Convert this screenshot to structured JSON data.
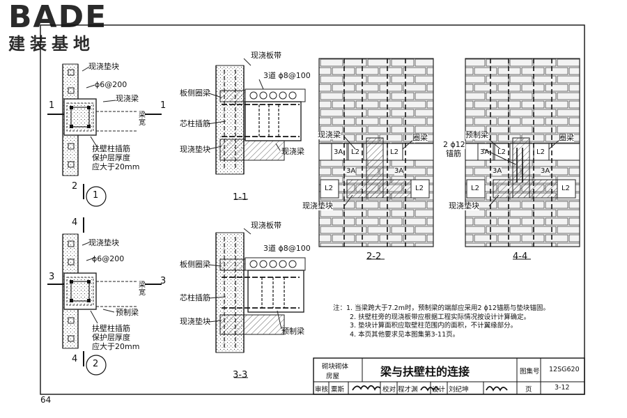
{
  "logo": {
    "letters": "BADE",
    "chinese": "建装基地"
  },
  "page_number": "64",
  "sections": {
    "s1": "1",
    "s2": "2",
    "s3": "3",
    "s4": "4",
    "detail1": "1",
    "detail2": "2",
    "label_11": "1-1",
    "label_22": "2-2",
    "label_33": "3-3",
    "label_44": "4-4"
  },
  "detail1": {
    "pad": "现浇垫块",
    "stirrup": "ϕ6@200",
    "beam": "现浇梁",
    "width": "梁宽",
    "note1": "扶壁柱插筋",
    "note2": "保护层厚度",
    "note3": "应大于20mm"
  },
  "detail2": {
    "pad": "现浇垫块",
    "stirrup": "ϕ6@200",
    "beam": "预制梁",
    "width": "梁宽",
    "note1": "扶壁柱插筋",
    "note2": "保护层厚度",
    "note3": "应大于20mm"
  },
  "sec11": {
    "slab_band": "现浇板带",
    "bars": "3道 ϕ8@100",
    "ring_beam": "板侧圈梁",
    "core_bar": "芯柱插筋",
    "pad": "现浇垫块",
    "beam": "现浇梁"
  },
  "sec33": {
    "slab_band": "现浇板带",
    "bars": "3道 ϕ8@100",
    "ring_beam": "板侧圈梁",
    "core_bar": "芯柱插筋",
    "pad": "现浇垫块",
    "beam": "预制梁"
  },
  "sec22": {
    "beam": "现浇梁",
    "ring": "圈梁",
    "pad": "现浇垫块",
    "b3a_1": "3A",
    "bl2_1": "L2",
    "bl2_2": "L2",
    "b3a_2": "3A",
    "b3a_3": "3A",
    "bl2_3": "L2",
    "bl2_4": "L2"
  },
  "sec44": {
    "beam": "预制梁",
    "anchor1": "2 ϕ12",
    "anchor2": "锚筋",
    "ring": "圈梁",
    "pad": "现浇垫块",
    "b3a_1": "3A",
    "bl2_1": "L2",
    "bl2_2": "L2",
    "b3a_2": "3A",
    "b3a_3": "3A",
    "bl2_3": "L2",
    "bl2_4": "L2"
  },
  "notes": [
    "注：1. 当梁跨大于7.2m时，预制梁的端部应采用2 ϕ12锚筋与垫块锚固。",
    "2. 扶壁柱旁的现浇板带应根据工程实际情况按设计计算确定。",
    "3. 垫块计算面积应取壁柱范围内的面积，不计翼缘部分。",
    "4. 本页其他要求见本图集第3-11页。"
  ],
  "title_block": {
    "category1": "砌块砌体",
    "category2": "房屋",
    "title": "梁与扶壁柱的连接",
    "atlas_label": "图集号",
    "atlas_no": "12SG620",
    "review": "审核",
    "reviewer": "粟斯",
    "check": "校对",
    "checker": "程才渊",
    "design": "设计",
    "designer": "刘纪坤",
    "page_label": "页",
    "page": "3-12"
  }
}
